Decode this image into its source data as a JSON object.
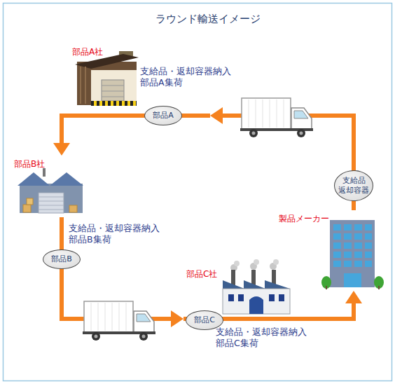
{
  "diagram": {
    "title": "ラウンド輸送イメージ",
    "nodes": [
      {
        "text": [
          "部品A社",
          "支給品・返却容器納入 部品A集荷"
        ]
      },
      {
        "text": [
          "部品B社",
          "支給品・返却容器納入 部品B集荷"
        ]
      },
      {
        "text": [
          "製品メーカー"
        ]
      },
      {
        "text": [
          "部品C社",
          "支給品・返却容器納入 部品C集荷"
        ]
      }
    ],
    "edges": [
      {
        "from": 2,
        "to": 0,
        "arrow": "to",
        "label": "支給品 返却容器"
      },
      {
        "from": 0,
        "to": 1,
        "arrow": "to",
        "label": "部品A"
      },
      {
        "from": 1,
        "to": 3,
        "arrow": "to",
        "label": "部品B"
      },
      {
        "from": 3,
        "to": 2,
        "arrow": "to",
        "label": "部品C"
      }
    ]
  }
}
